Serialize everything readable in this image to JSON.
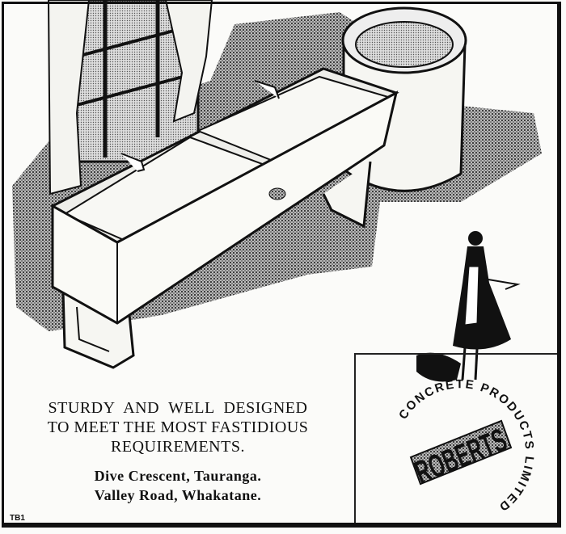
{
  "headline": {
    "line1": "STURDY AND WELL DESIGNED",
    "line2": "TO MEET THE MOST FASTIDIOUS",
    "line3": "REQUIREMENTS."
  },
  "addresses": [
    "Dive Crescent, Tauranga.",
    "Valley Road, Whakatane."
  ],
  "code": "TB1",
  "logo": {
    "brand": "ROBERTS",
    "arc_text": "CONCRETE PRODUCTS LIMITED"
  }
}
